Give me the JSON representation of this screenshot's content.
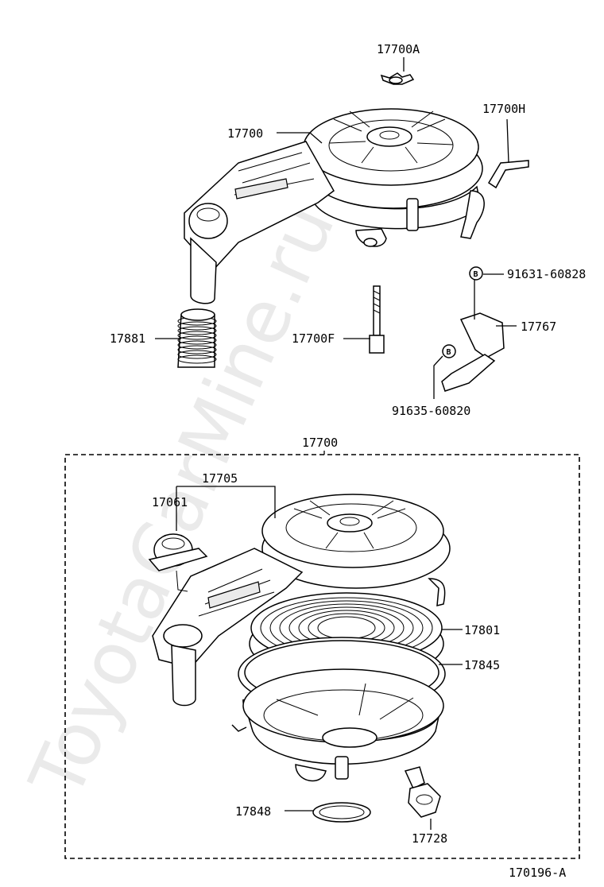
{
  "watermark": "ToyotaCarMine.ru",
  "diagram_id": "170196-A",
  "labels": {
    "p17700A": "17700A",
    "p17700H": "17700H",
    "p17700_top": "17700",
    "p91631": "91631-60828",
    "p17767": "17767",
    "p17881": "17881",
    "p17700F": "17700F",
    "p91635": "91635-60820",
    "p17700_group": "17700",
    "p17705": "17705",
    "p17061": "17061",
    "p17801": "17801",
    "p17845": "17845",
    "p17848": "17848",
    "p17728": "17728"
  },
  "washer_marker": "B"
}
